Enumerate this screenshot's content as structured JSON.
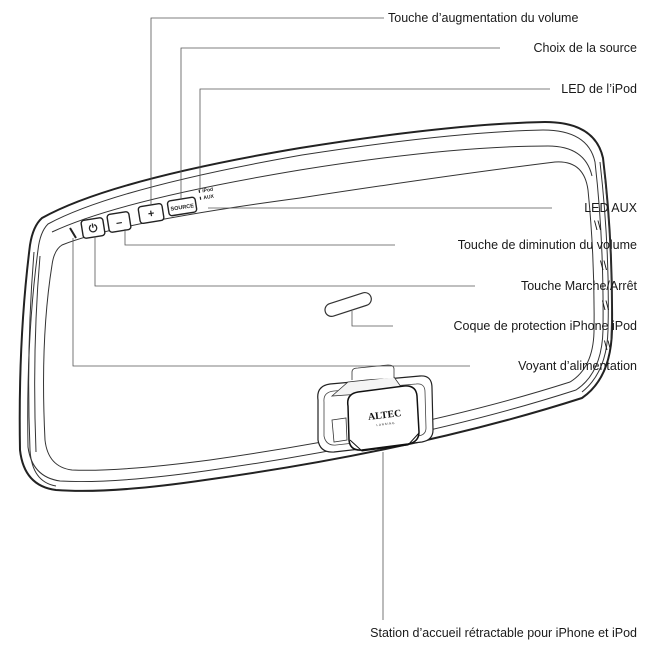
{
  "device": {
    "buttons": {
      "power_symbol": "⏻",
      "minus": "–",
      "plus": "+",
      "source": "SOURCE"
    },
    "led_labels": {
      "ipod": "iPod",
      "aux": "AUX"
    },
    "dock_logo": "ALTEC",
    "dock_logo_sub": "LANSING"
  },
  "callouts": [
    {
      "id": "volume-up",
      "label": "Touche d’augmentation du volume"
    },
    {
      "id": "source",
      "label": "Choix de la source"
    },
    {
      "id": "ipod-led",
      "label": "LED de l’iPod"
    },
    {
      "id": "aux-led",
      "label": "LED AUX"
    },
    {
      "id": "volume-down",
      "label": "Touche de diminution du volume"
    },
    {
      "id": "power",
      "label": "Touche Marche/Arrêt"
    },
    {
      "id": "protective-shell",
      "label": "Coque de protection iPhone iPod"
    },
    {
      "id": "power-indicator",
      "label": "Voyant d’alimentation"
    },
    {
      "id": "dock",
      "label": "Station d’accueil rétractable pour iPhone et iPod"
    }
  ],
  "break_marks": [
    "\\\\",
    "\\\\",
    "\\\\",
    "\\\\"
  ]
}
